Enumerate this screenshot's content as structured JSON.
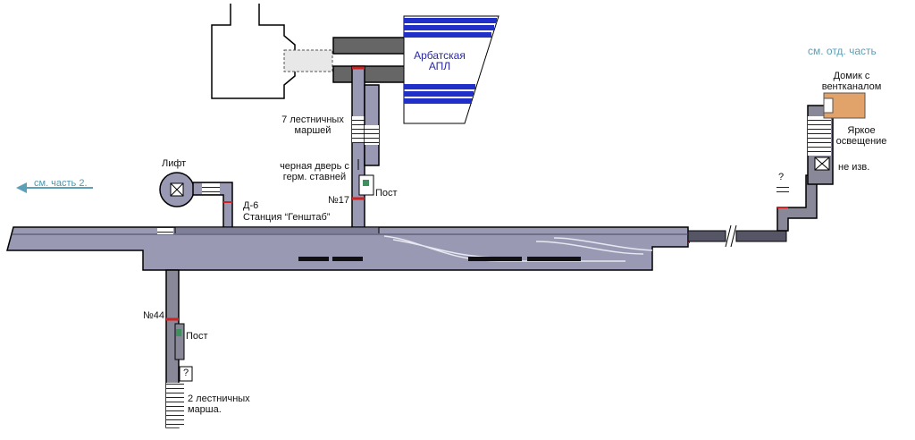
{
  "labels": {
    "arbat_apl": "Арбатская\nАПЛ",
    "stairs7": "7 лестничных\nмаршей",
    "black_door": "черная дверь с\nгерм. ставней",
    "post_top": "Пост",
    "n17": "№17",
    "d6": "Д-6",
    "station": "Станция “Генштаб”",
    "lift": "Лифт",
    "see_part2": "см. часть 2.",
    "see_sep_part": "см. отд. часть",
    "house": "Домик с\nвентканалом",
    "bright": "Яркое\nосвещение",
    "unknown": "не изв.",
    "question_right": "?",
    "n44": "№44",
    "post_bottom": "Пост",
    "question_bottom": "?",
    "stairs2": "2 лестничных\nмарша."
  },
  "colors": {
    "tunnel_fill": "#9999b3",
    "tunnel_dark": "#555566",
    "outline": "#000000",
    "blue_tracks": "#1f2fc8",
    "door_red": "#d02020",
    "accent_teal": "#5b9fb8",
    "house_orange": "#e2a36b",
    "post_green": "#3f8f5f"
  }
}
